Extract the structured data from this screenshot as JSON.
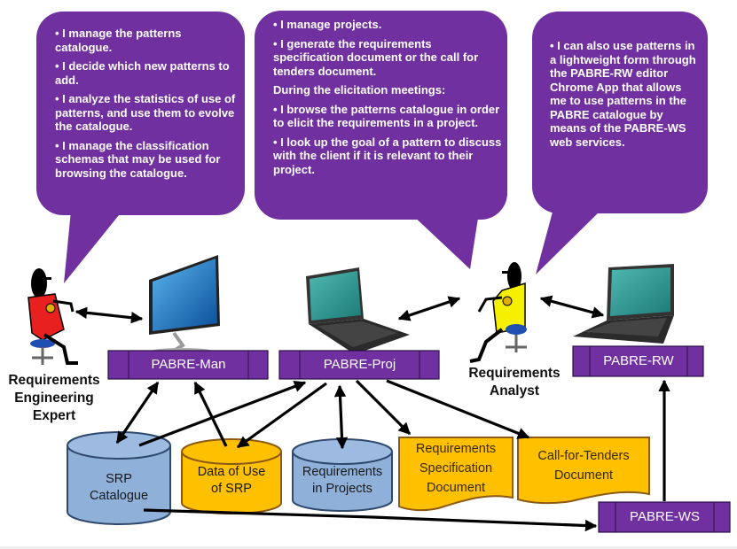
{
  "colors": {
    "bubble": "#7030a0",
    "component": "#7030a0",
    "db_blue": "#8fb0d8",
    "db_blue_stroke": "#2f4a6e",
    "db_orange": "#ffc000",
    "db_orange_stroke": "#8c5a14",
    "arrow": "#000000"
  },
  "bubbles": {
    "expert": {
      "items": [
        "• I manage the patterns catalogue.",
        "• I decide which new patterns to add.",
        "• I analyze the statistics of use of patterns, and use them to evolve the catalogue.",
        "• I manage the classification schemas that may be used for browsing the catalogue."
      ]
    },
    "analyst_proj": {
      "items": [
        "• I manage projects.",
        "• I generate the requirements specification document or the call for tenders document.",
        "During the elicitation meetings:",
        "• I browse the patterns catalogue in order to elicit the requirements in a project.",
        "• I look up the goal of a pattern to discuss with the client if it is relevant to their project."
      ]
    },
    "analyst_rw": {
      "items": [
        "• I can also use patterns in a lightweight form through the PABRE-RW editor Chrome App that allows me to use patterns in the PABRE catalogue by means of the PABRE-WS web services."
      ]
    }
  },
  "actors": {
    "expert": {
      "label": "Requirements Engineering Expert",
      "lines": [
        "Requirements",
        "Engineering",
        "Expert"
      ],
      "shirt": "red"
    },
    "analyst": {
      "label": "Requirements Analyst",
      "lines": [
        "Requirements",
        "Analyst"
      ],
      "shirt": "yellow"
    }
  },
  "devices": {
    "man": "desktop-monitor",
    "proj": "laptop",
    "rw": "laptop"
  },
  "components": {
    "man": "PABRE-Man",
    "proj": "PABRE-Proj",
    "rw": "PABRE-RW",
    "ws": "PABRE-WS"
  },
  "stores": {
    "srp": {
      "lines": [
        "SRP",
        "Catalogue"
      ]
    },
    "usage": {
      "lines": [
        "Data of Use",
        "of SRP"
      ]
    },
    "reqs": {
      "lines": [
        "Requirements",
        "in Projects"
      ]
    }
  },
  "documents": {
    "spec": {
      "lines": [
        "Requirements",
        "Specification",
        "Document"
      ]
    },
    "cft": {
      "lines": [
        "Call-for-Tenders",
        "Document"
      ]
    }
  }
}
